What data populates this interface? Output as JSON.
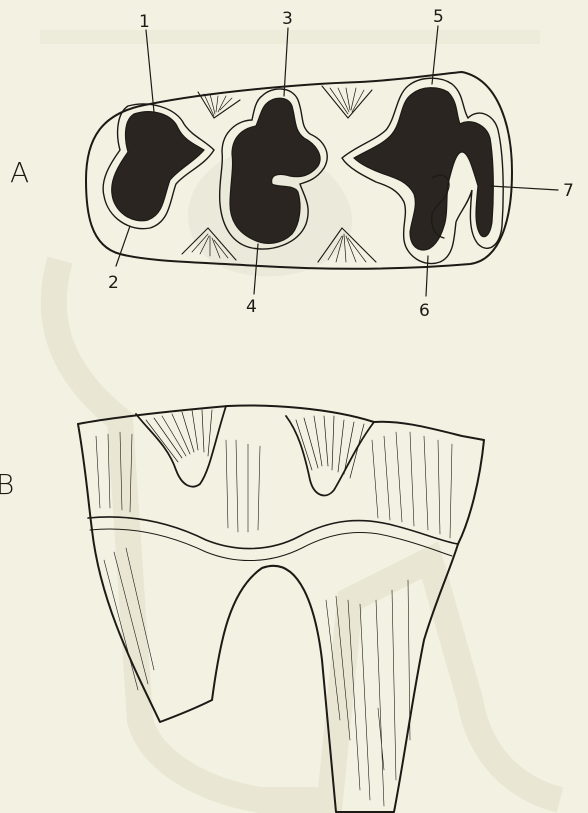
{
  "panels": {
    "a": {
      "label": "A"
    },
    "b": {
      "label": "B"
    }
  },
  "callouts": [
    "1",
    "2",
    "3",
    "4",
    "5",
    "6",
    "7"
  ],
  "colors": {
    "paper": "#f3f1e2",
    "ink": "#1d1a16",
    "dentine": "#2a2520",
    "background_ghost": "#e6e3d2"
  }
}
